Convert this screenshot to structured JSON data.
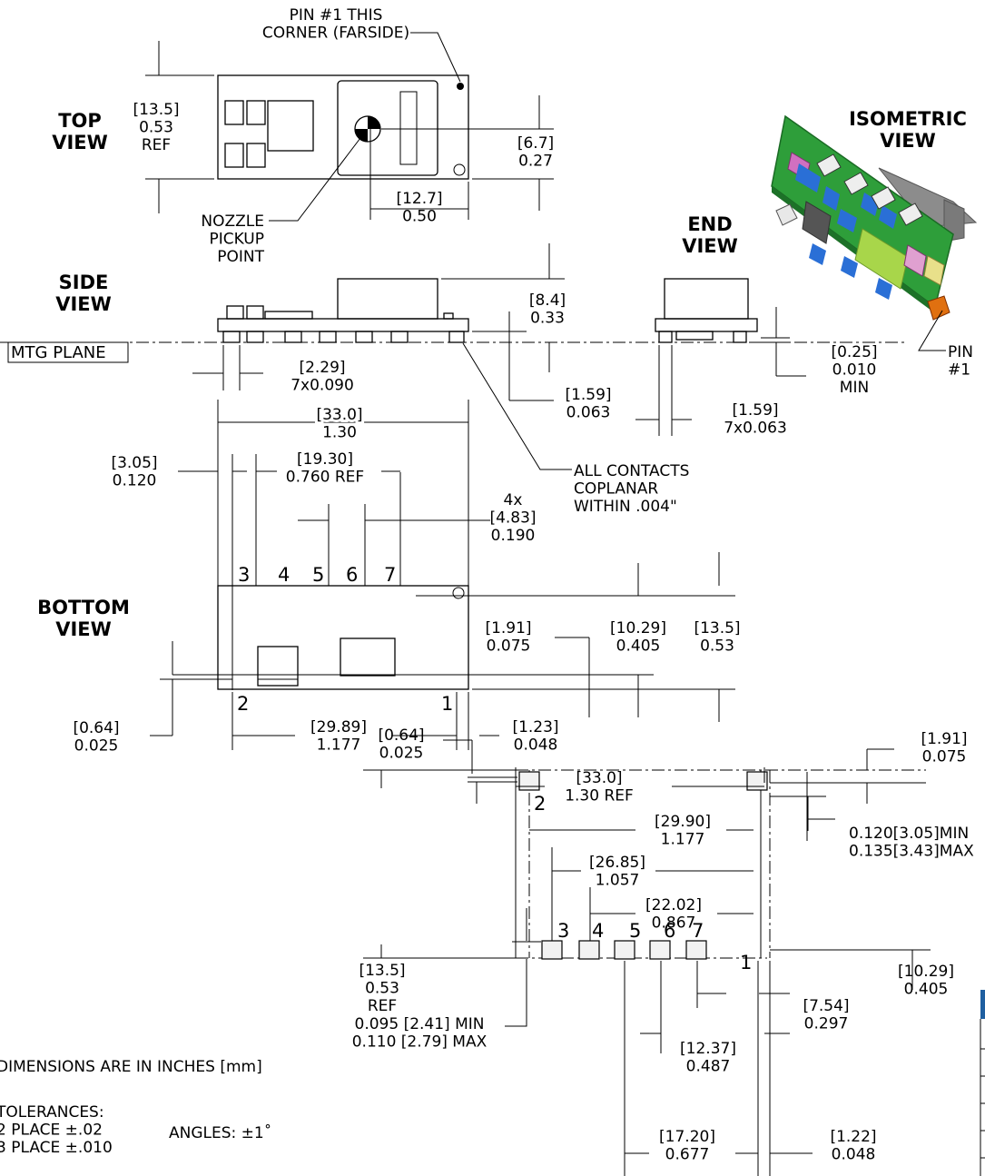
{
  "views": {
    "top": "TOP\nVIEW",
    "side": "SIDE\nVIEW",
    "end": "END\nVIEW",
    "bottom": "BOTTOM\nVIEW",
    "isometric": "ISOMETRIC\nVIEW"
  },
  "notes": {
    "pin1_corner": "PIN #1 THIS\nCORNER (FARSIDE)",
    "nozzle": "NOZZLE\nPICKUP\nPOINT",
    "mtg_plane": "MTG PLANE",
    "coplanar": "ALL CONTACTS\nCOPLANAR\nWITHIN .004\"",
    "pin1_iso": "PIN\n#1",
    "units": "DIMENSIONS ARE IN INCHES [mm]",
    "tolerances": "TOLERANCES:\n2 PLACE ±.02\n3 PLACE ±.010",
    "angles": "ANGLES: ±1˚"
  },
  "dims": {
    "top_height": "[13.5]\n0.53\nREF",
    "top_nozzle_y": "[6.7]\n0.27",
    "top_nozzle_x": "[12.7]\n0.50",
    "side_height": "[8.4]\n0.33",
    "side_pin_pitch": "[2.29]\n7x0.090",
    "side_standoff": "[1.59]\n0.063",
    "end_pin_width": "[1.59]\n7x0.063",
    "end_clearance": "[0.25]\n0.010\nMIN",
    "bot_length": "[33.0]\n1.30",
    "bot_edge_pin3": "[3.05]\n0.120",
    "bot_pin3_to_ref": "[19.30]\n0.760  REF",
    "bot_pitch": "4x\n[4.83]\n0.190",
    "bot_pin2_y": "[1.91]\n0.075",
    "bot_pin_row_y": "[10.29]\n0.405",
    "bot_width": "[13.5]\n0.53",
    "bot_edge_y": "[0.64]\n0.025",
    "bot_pin1_pin2": "[29.89]\n1.177",
    "bot_pin1_edge": "[1.23]\n0.048",
    "fp_length": "[33.0]\n1.30  REF",
    "fp_pin2_pin1": "[29.90]\n1.177",
    "fp_pin3_pin1": "[26.85]\n1.057",
    "fp_pin4_pin1": "[22.02]\n0.867",
    "fp_pad_size": "0.120[3.05]MIN\n0.135[3.43]MAX",
    "fp_edge_y": "[0.64]\n0.025",
    "fp_pin1_y": "[1.91]\n0.075",
    "fp_width": "[13.5]\n0.53\nREF",
    "fp_row_y": "[10.29]\n0.405",
    "fp_pad_len": "0.095 [2.41] MIN\n0.110 [2.79] MAX",
    "fp_pin7_pin1": "[7.54]\n0.297",
    "fp_pin6_pin1": "[12.37]\n0.487",
    "fp_pin5_pin1": "[17.20]\n0.677",
    "fp_pin1_edge": "[1.22]\n0.048"
  },
  "pins": {
    "p1": "1",
    "p2": "2",
    "p3": "3",
    "p4": "4",
    "p5": "5",
    "p6": "6",
    "p7": "7"
  },
  "colors": {
    "pcb_green": "#2e9e3a",
    "component_blue": "#2a6fd6",
    "shield_grey": "#9a9a9a",
    "pad_orange": "#e07010",
    "header_blue": "#1f5fa0"
  }
}
